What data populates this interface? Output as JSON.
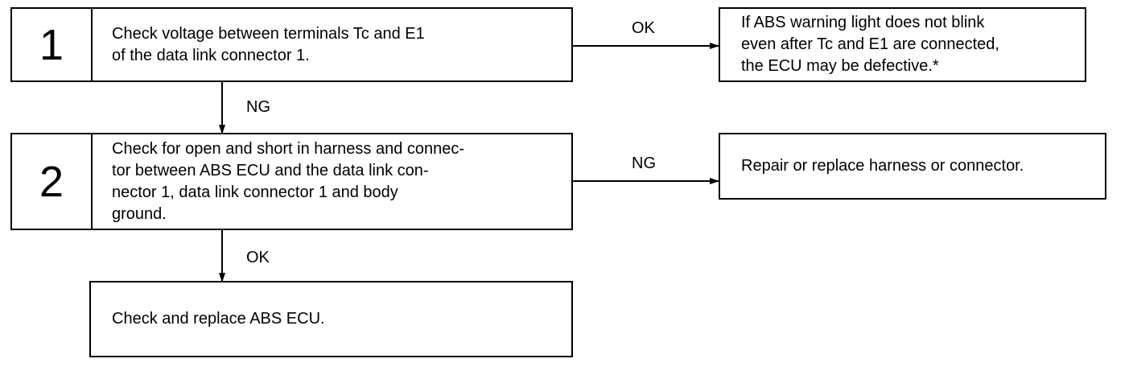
{
  "steps": [
    {
      "number": "1",
      "text": "Check voltage between terminals Tc and E1\nof the data link connector 1."
    },
    {
      "number": "2",
      "text": "Check for open and short in harness and connec-\ntor between ABS ECU and the data link con-\nnector 1, data link connector 1 and body\nground."
    }
  ],
  "results": {
    "step1_ok": "If ABS warning light does not blink\neven after Tc and E1 are connected,\nthe ECU may be defective.*",
    "step2_ng": "Repair or replace harness or connector.",
    "final": "Check and replace ABS ECU."
  },
  "labels": {
    "step1_right": "OK",
    "step1_down": "NG",
    "step2_right": "NG",
    "step2_down": "OK"
  }
}
